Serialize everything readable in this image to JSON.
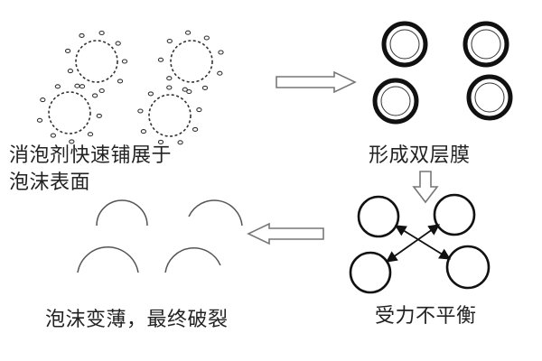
{
  "steps": {
    "spread": {
      "line1": "消泡剂快速铺展于",
      "line2": "泡沫表面"
    },
    "bilayer": {
      "label": "形成双层膜"
    },
    "imbalance": {
      "label": "受力不平衡"
    },
    "burst": {
      "label": "泡沫变薄，最终破裂"
    }
  },
  "colors": {
    "ink": "#111111",
    "arrow_stroke": "#777777",
    "arrow_fill": "#ffffff"
  }
}
